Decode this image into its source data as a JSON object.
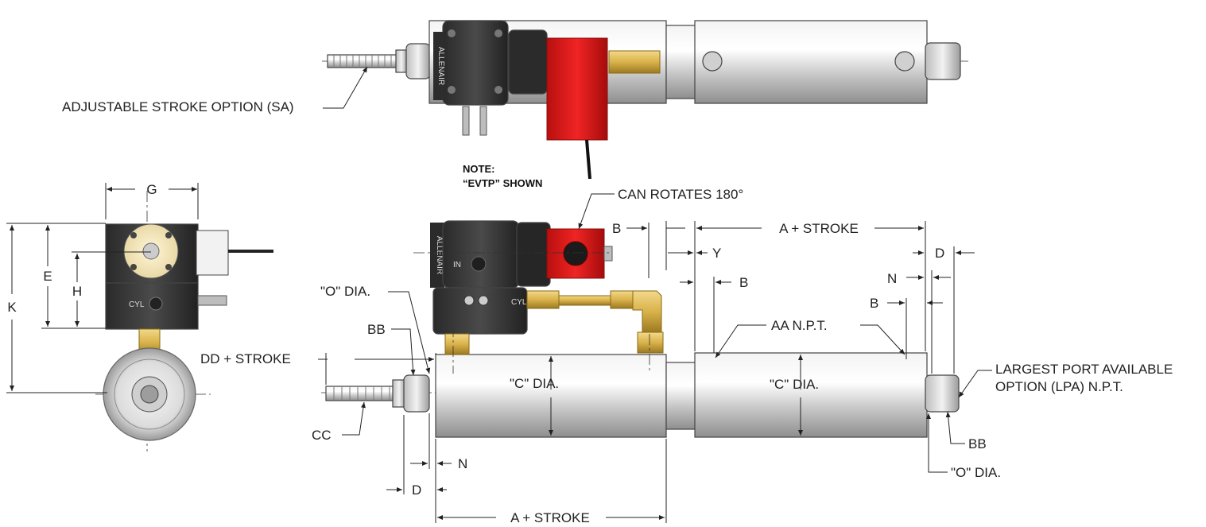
{
  "labels": {
    "adjustable_stroke": "ADJUSTABLE STROKE OPTION (SA)",
    "note_title": "NOTE:",
    "note_body": "“EVTP” SHOWN",
    "can_rotates": "CAN ROTATES 180°",
    "g": "G",
    "e": "E",
    "h": "H",
    "k": "K",
    "b_top": "B",
    "a_stroke_top": "A + STROKE",
    "y": "Y",
    "d_right": "D",
    "b_mid": "B",
    "n_right": "N",
    "b_right": "B",
    "o_dia_left": "\"O\" DIA.",
    "aa_npt": "AA N.P.T.",
    "bb_left": "BB",
    "dd_stroke": "DD + STROKE",
    "c_dia_left": "\"C\" DIA.",
    "c_dia_right": "\"C\" DIA.",
    "lpa_line1": "LARGEST PORT AVAILABLE",
    "lpa_line2": "OPTION (LPA) N.P.T.",
    "cc": "CC",
    "bb_right": "BB",
    "n_bottom": "N",
    "o_dia_right": "\"O\" DIA.",
    "d_bottom": "D",
    "a_stroke_bottom": "A + STROKE"
  },
  "valve_markings": {
    "in": "IN",
    "cyl": "CYL",
    "brand_side": "ALLENAIR"
  },
  "colors": {
    "steel_light": "#e6e6e6",
    "steel_dark": "#9a9a9a",
    "valve_body": "#3a3a3a",
    "solenoid_red": "#e01a1a",
    "brass": "#d9b24a"
  }
}
